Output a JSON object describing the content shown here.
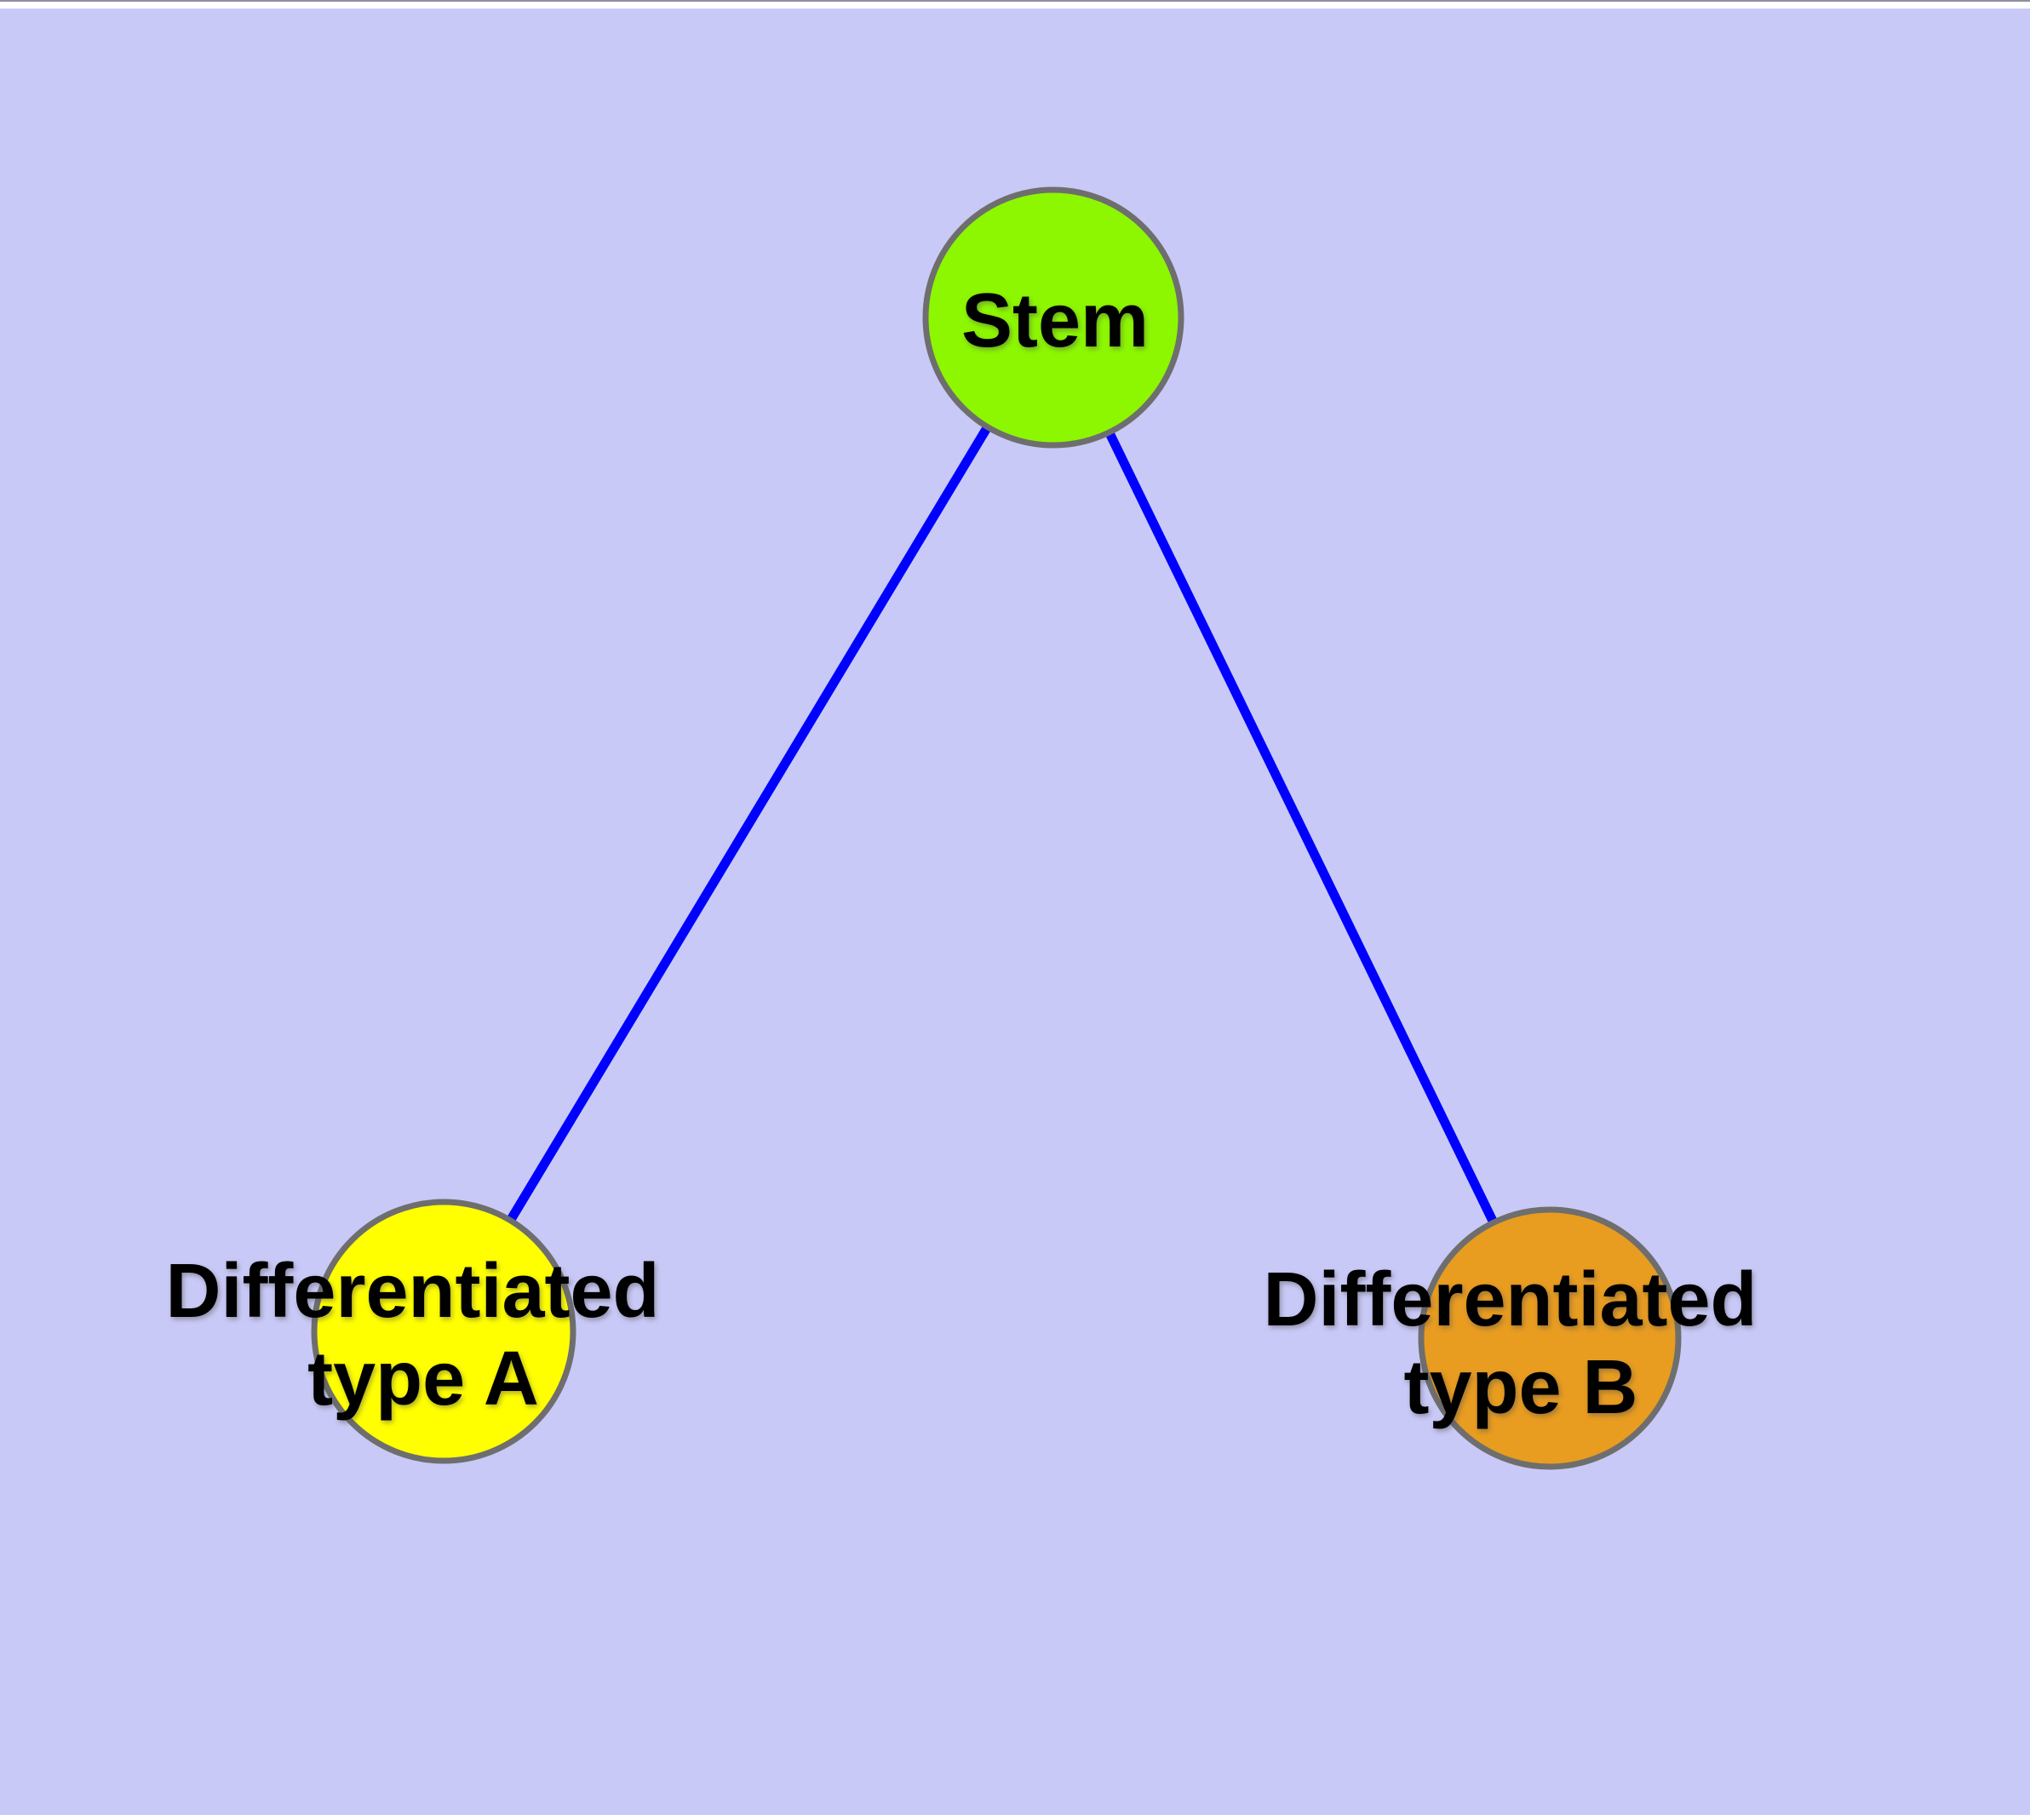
{
  "diagram": {
    "title": "",
    "type": "node-link-graph",
    "background_color": "#C9C9F7",
    "edge_color": "#0000FF",
    "node_border_color": "#6E6E6E",
    "label_color": "#000000",
    "nodes": [
      {
        "id": "stem",
        "label_lines": [
          "Stem",
          ""
        ],
        "fill": "#8CF700"
      },
      {
        "id": "type-a",
        "label_lines": [
          "Differentiated",
          "type A"
        ],
        "fill": "#FFFF00"
      },
      {
        "id": "type-b",
        "label_lines": [
          "Differentiated",
          "type B"
        ],
        "fill": "#E89C20"
      }
    ],
    "edges": [
      {
        "from": "stem",
        "to": "type-a"
      },
      {
        "from": "stem",
        "to": "type-b"
      }
    ]
  }
}
